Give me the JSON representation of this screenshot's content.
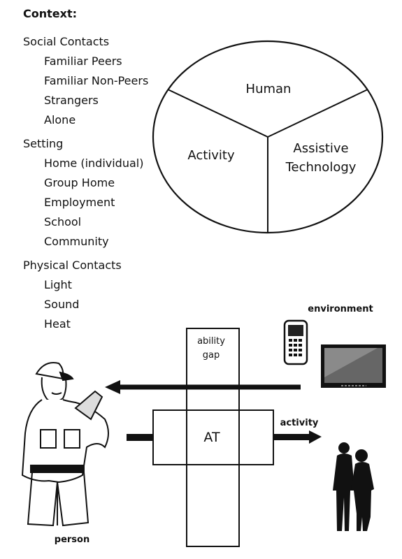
{
  "context": {
    "title": "Context:",
    "groups": [
      {
        "heading": "Social Contacts",
        "items": [
          "Familiar Peers",
          "Familiar Non-Peers",
          "Strangers",
          "Alone"
        ]
      },
      {
        "heading": "Setting",
        "items": [
          "Home (individual)",
          "Group Home",
          "Employment",
          "School",
          "Community"
        ]
      },
      {
        "heading": "Physical Contacts",
        "items": [
          "Light",
          "Sound",
          "Heat"
        ]
      }
    ]
  },
  "circle": {
    "human": "Human",
    "activity": "Activity",
    "assistive_line1": "Assistive",
    "assistive_line2": "Technology"
  },
  "diagram": {
    "ability_gap_line1": "ability",
    "ability_gap_line2": "gap",
    "at": "AT",
    "activity": "activity",
    "environment": "environment",
    "person": "person"
  }
}
